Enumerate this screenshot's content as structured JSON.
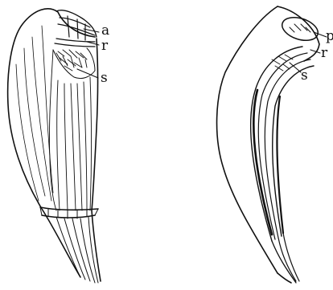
{
  "figure": {
    "left_drawing": {
      "labels": [
        "a",
        "r",
        "s"
      ]
    },
    "right_drawing": {
      "labels": [
        "p",
        "r",
        "s"
      ]
    }
  },
  "colors": {
    "ink": "#111111",
    "background": "#ffffff"
  }
}
